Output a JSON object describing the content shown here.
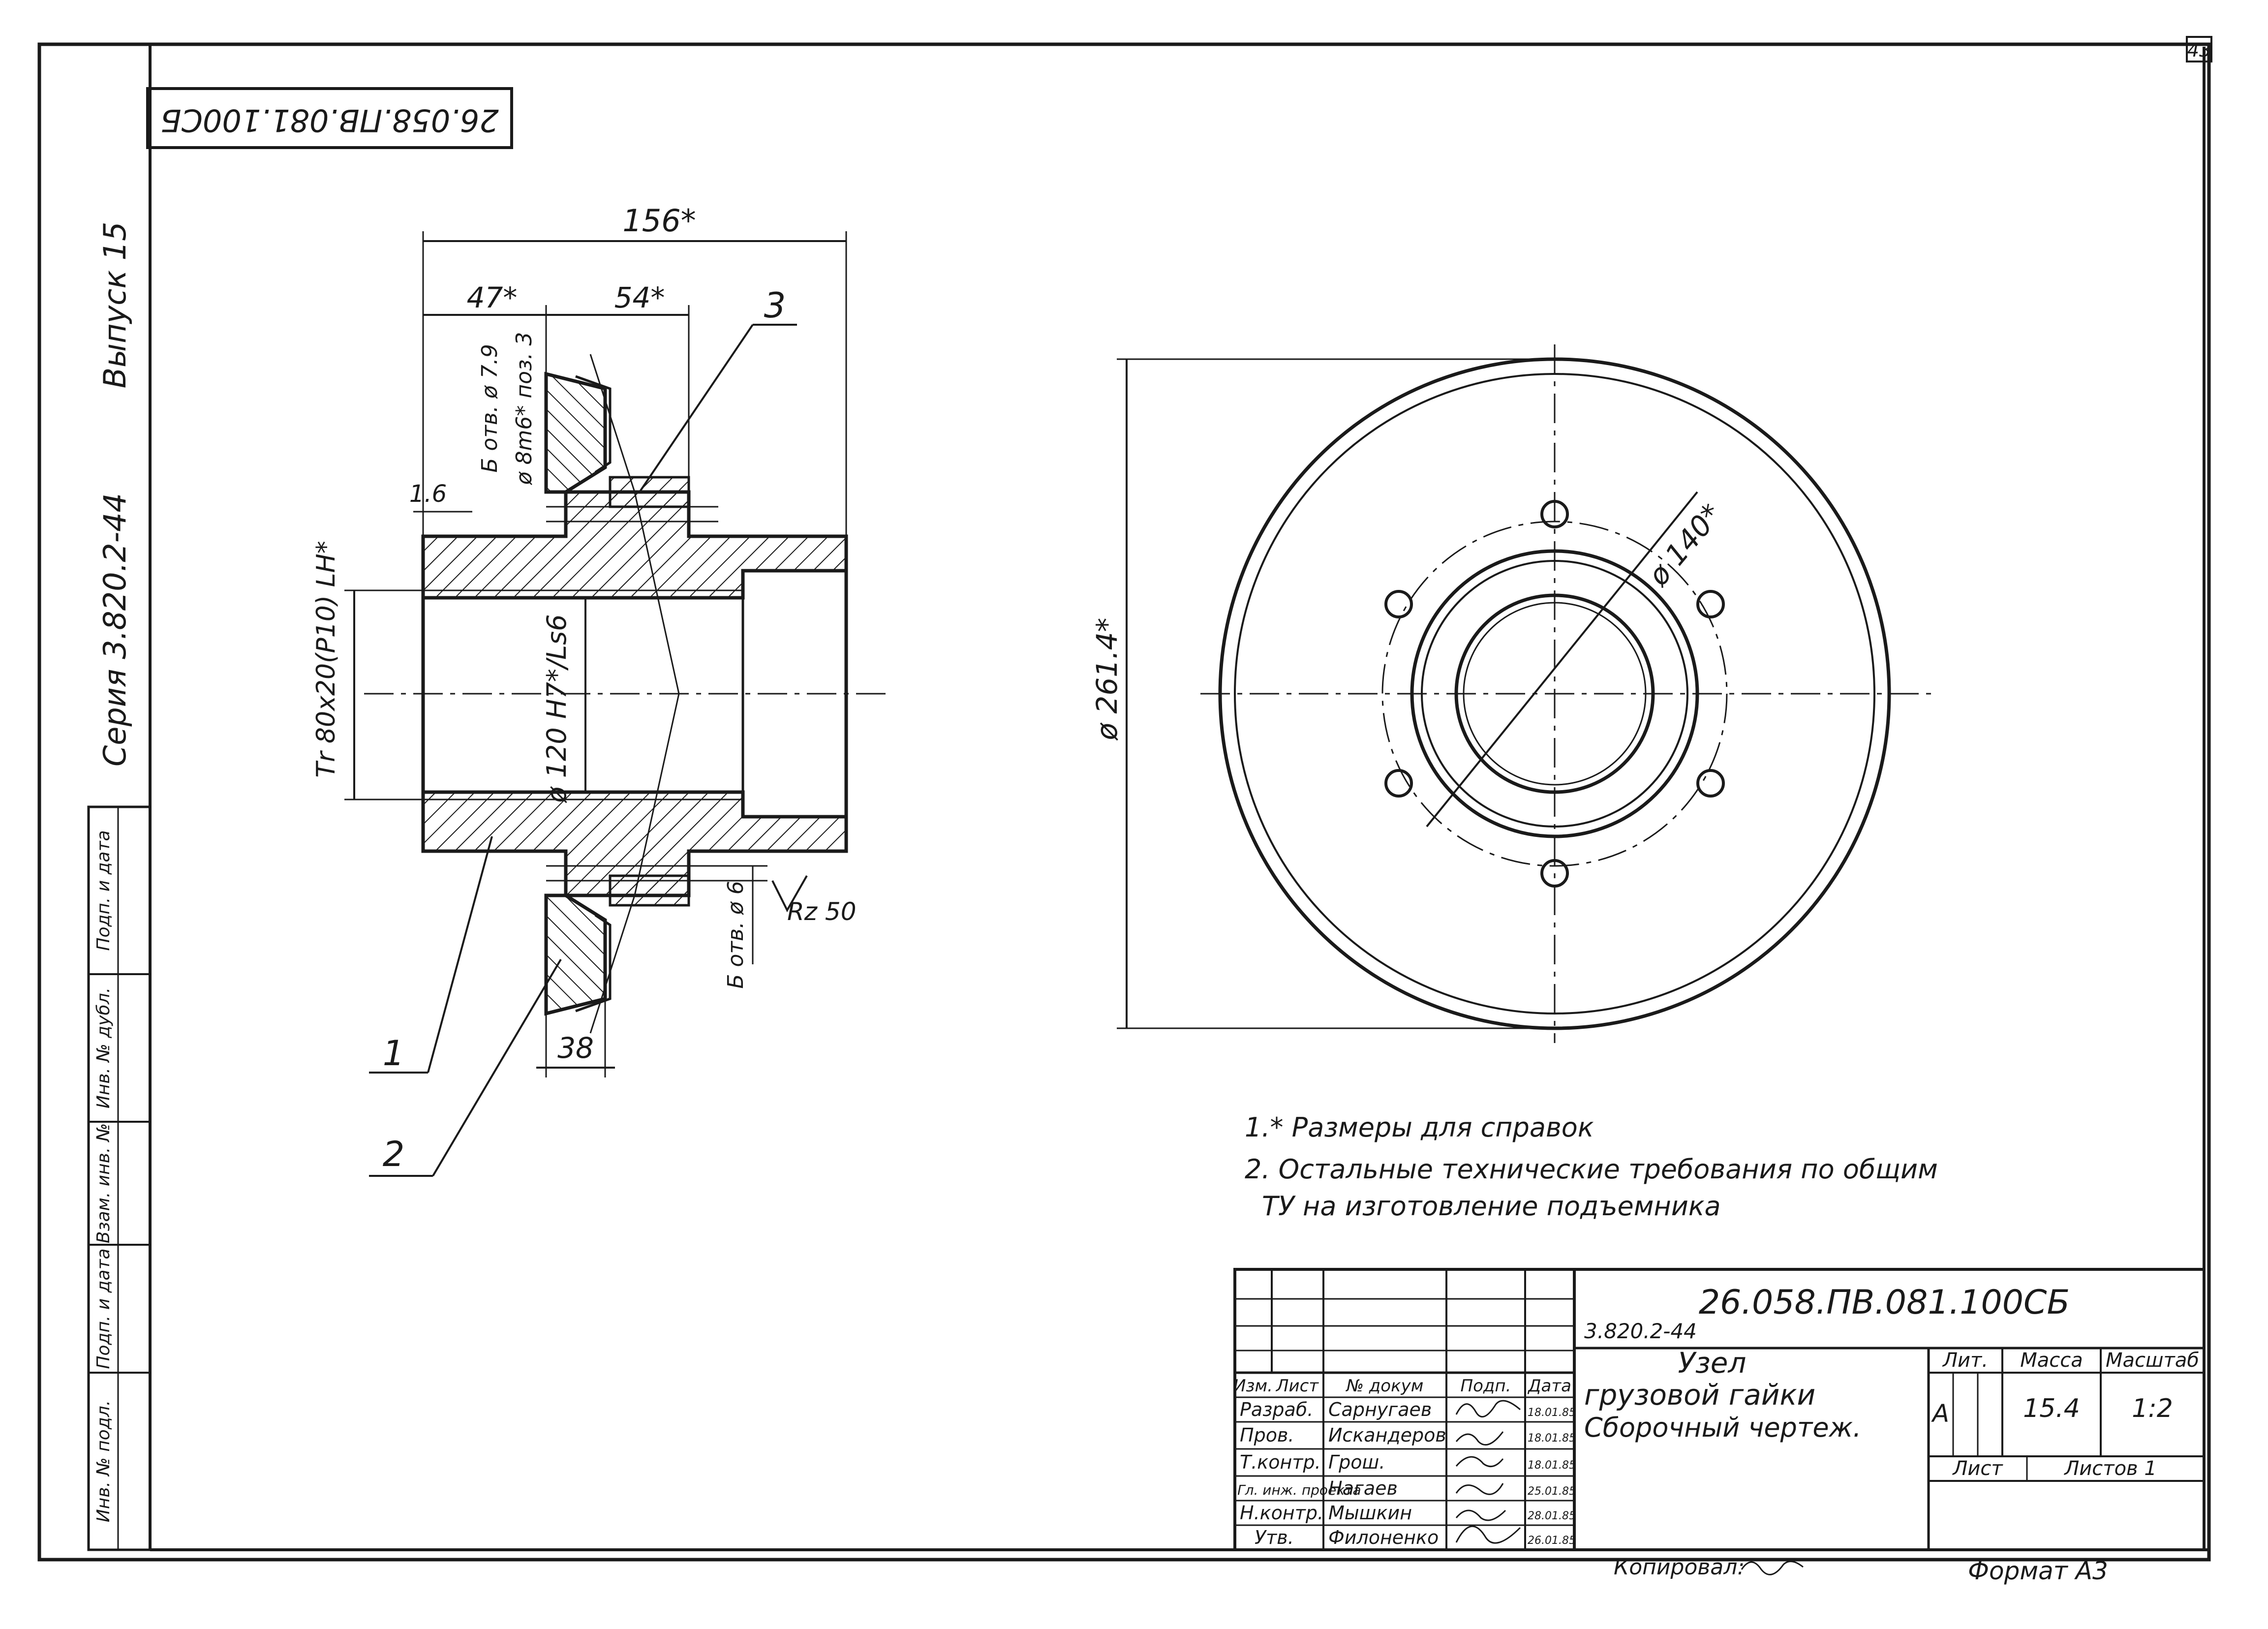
{
  "sheet_number": "43",
  "top_code": "26.058.ПВ.081.100СБ",
  "side": {
    "issue": "Выпуск 15",
    "series": "Серия 3.820.2-44",
    "stamp_cells": [
      "Инв. № подл.",
      "Подп. и дата",
      "Взам. инв. №",
      "Инв. № дубл.",
      "Подп. и дата"
    ]
  },
  "dims_left": {
    "d156": "156*",
    "d47": "47*",
    "d54": "54*",
    "d38": "38",
    "d1_6": "1.6",
    "bolt_top_1": "Б отв. ø 7.9",
    "bolt_top_2": "ø 8m6* поз. 3",
    "thread": "Тr 80х20(P10) LH*",
    "bore": "ø 120 H7*/Ls6",
    "bolt_bottom": "Б отв. ø 6",
    "roughness": "Rz 50",
    "pos1": "1",
    "pos2": "2",
    "pos3": "3"
  },
  "dims_right": {
    "outer": "ø 261.4*",
    "circle": "ø 140*"
  },
  "notes": [
    "1.* Размеры для справок",
    "2. Остальные технические требования по общим",
    "ТУ на изготовление подъемника"
  ],
  "title_block": {
    "doc_code": "26.058.ПВ.081.100СБ",
    "series_code": "3.820.2-44",
    "name_1": "Узел",
    "name_2": "грузовой гайки",
    "name_3": "Сборочный чертеж.",
    "header_cols": [
      "Изм.",
      "Лист",
      "№ докум",
      "Подп.",
      "Дата"
    ],
    "rows": [
      {
        "role": "Разраб.",
        "name": "Сарнугаев",
        "date": "18.01.85"
      },
      {
        "role": "Пров.",
        "name": "Искандеров",
        "date": "18.01.85"
      },
      {
        "role": "Т.контр.",
        "name": "Грош.",
        "date": "18.01.85"
      },
      {
        "role": "Гл. инж. проекта",
        "name": "Нагаев",
        "date": "25.01.85"
      },
      {
        "role": "Н.контр.",
        "name": "Мышкин",
        "date": "28.01.85"
      },
      {
        "role": "Утв.",
        "name": "Филоненко",
        "date": "26.01.85"
      }
    ],
    "lit_label": "Лит.",
    "mass_label": "Масса",
    "scale_label": "Масштаб",
    "lit_value": "А",
    "mass_value": "15.4",
    "scale_value": "1:2",
    "sheet_label": "Лист",
    "sheets_label": "Листов 1"
  },
  "footer": {
    "copied": "Копировал:",
    "format": "Формат А3"
  }
}
